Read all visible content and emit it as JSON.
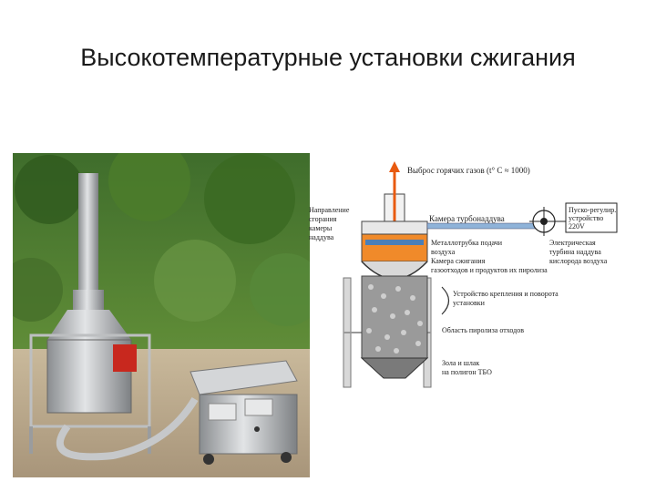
{
  "slide": {
    "title": "Высокотемпературные установки сжигания"
  },
  "diagram": {
    "labels": {
      "exhaust": "Выброс горячих газов (t° C ≈ 1000)",
      "dir_l1": "Направление",
      "dir_l2": "сгорания",
      "dir_l3": "камеры",
      "dir_l4": "наддува",
      "turbo_chamber": "Камера турбонаддува",
      "metal_l1": "Металлотрубка подачи",
      "metal_l2": "воздуха",
      "burn_l1": "Камера сжигания",
      "burn_l2": "газоотходов и продуктов их  пиролиза",
      "ctrl_l1": "Пуско-регулир.",
      "ctrl_l2": "устройство",
      "ctrl_l3": "220V",
      "elec_l1": "Электрическая",
      "elec_l2": "турбина наддува",
      "elec_l3": "кислорода воздуха",
      "tilt_l1": "Устройство крепления и поворота",
      "tilt_l2": "установки",
      "pyro": "Область  пиролиза отходов",
      "ash_l1": "Зола и шлак",
      "ash_l2": "на полигон ТБО"
    }
  }
}
